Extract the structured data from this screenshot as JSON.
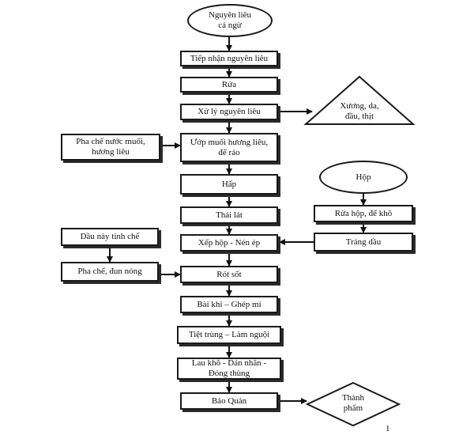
{
  "flow": {
    "start": "Nguyên liêu\ncá ngừ",
    "receive": "Tiếp nhận nguyên liêu",
    "wash": "Rửa",
    "process": "Xử lý nguyên liêu",
    "byproduct": "Xương, da,\nđầu, thịt",
    "brine": "Pha chế nước muối,\nhương liêu",
    "marinate": "Ướp muối hương liêu,\nđể ráo",
    "steam": "Hấp",
    "can": "Hộp",
    "slice": "Thái lát",
    "wash_can": "Rửa hộp, để khô",
    "pack": "Xếp hộp - Nén ép",
    "oil_coat": "Tráng dầu",
    "refined_oil": "Dầu này tinh chế",
    "mix_heat": "Pha chế, đun nóng",
    "sauce": "Rót sốt",
    "seal": "Bài khí – Ghép mí",
    "sterilize": "Tiệt trùng – Làm nguội",
    "label": "Lau khô - Dán nhãn -\nĐóng thùng",
    "store": "Bảo Quản",
    "product": "Thành\nphẩm"
  },
  "page_number": "1"
}
